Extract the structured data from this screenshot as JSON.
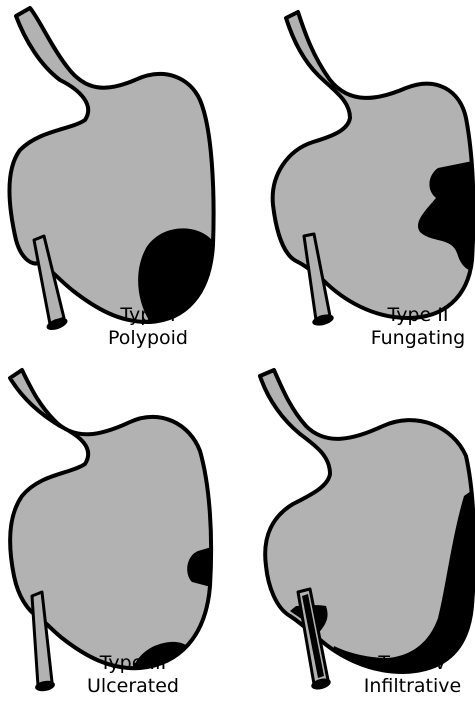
{
  "colors": {
    "stomach_fill": "#b2b2b2",
    "outline": "#000000",
    "tumor": "#000000",
    "background": "#ffffff"
  },
  "panels": [
    {
      "type_label": "Type I",
      "name_label": "Polypoid"
    },
    {
      "type_label": "Type II",
      "name_label": "Fungating"
    },
    {
      "type_label": "Type III",
      "name_label": "Ulcerated"
    },
    {
      "type_label": "Type IV",
      "name_label": "Infiltrative"
    }
  ]
}
